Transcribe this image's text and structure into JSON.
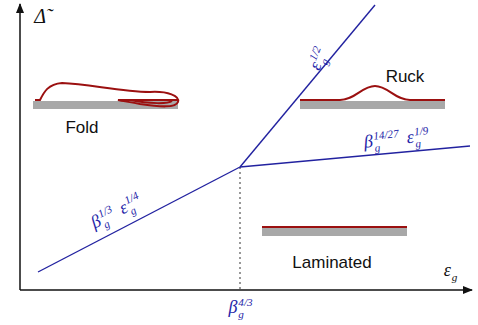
{
  "diagram": {
    "labels": [
      "Δ̃",
      "ε",
      "g",
      "Fold",
      "Ruck",
      "Laminated",
      "β",
      "g",
      "4/3",
      "β",
      "g",
      "1/3",
      "ε",
      "g",
      "1/4",
      "ε",
      "g",
      "1/2",
      "β",
      "g",
      "14/27",
      "ε",
      "g",
      "1/9"
    ]
  }
}
